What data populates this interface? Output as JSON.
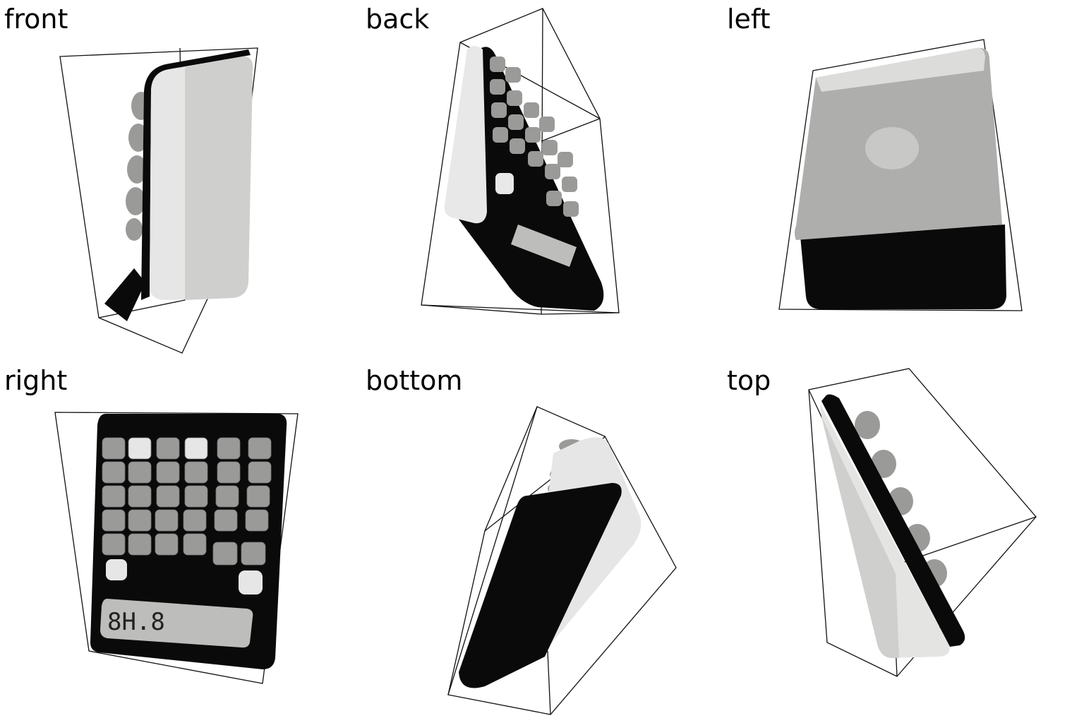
{
  "views": [
    {
      "label": "front"
    },
    {
      "label": "back"
    },
    {
      "label": "left"
    },
    {
      "label": "right"
    },
    {
      "label": "bottom"
    },
    {
      "label": "top"
    }
  ],
  "display_reading": "8H.8",
  "colors": {
    "body_black": "#0a0a0a",
    "shell_white": "#e8e8e8",
    "key_gray": "#9a9a98",
    "lcd": "#bdbdbb",
    "outline": "#111111"
  }
}
